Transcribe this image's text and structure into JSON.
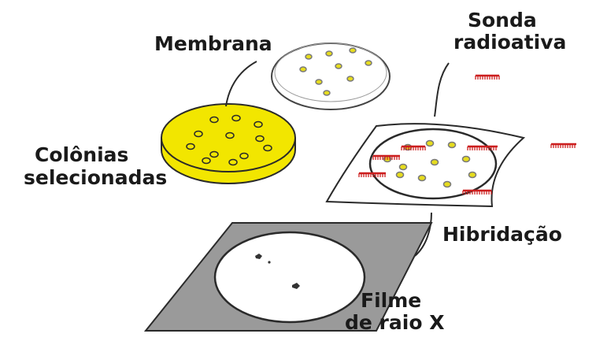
{
  "labels": {
    "membrana": "Membrana",
    "sonda_1": "Sonda",
    "sonda_2": "radioativa",
    "colonias_1": "Colônias",
    "colonias_2": "selecionadas",
    "hibridacao": "Hibridação",
    "filme_1": "Filme",
    "filme_2": "de raio X"
  },
  "colors": {
    "petri_fill": "#f2e600",
    "probe": "#cc1f1f",
    "colony": "#e6dc1e",
    "spot": "#333333",
    "film": "#9a9a9a",
    "outline": "#2a2a2a"
  },
  "icons": {
    "probe": "radioactive-probe-icon",
    "colony": "colony-dot-icon"
  }
}
